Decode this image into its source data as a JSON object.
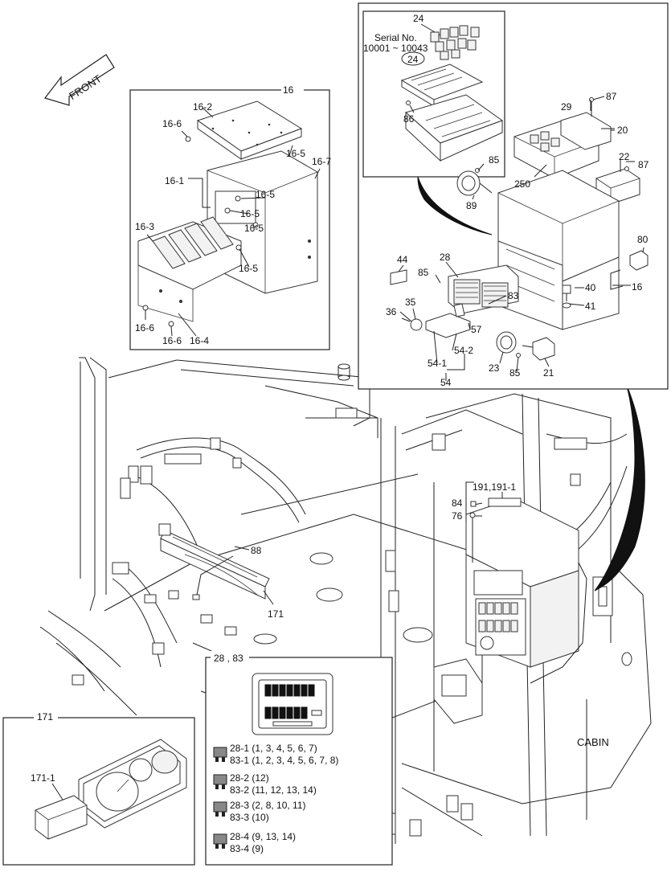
{
  "front_label": "FRONT",
  "cabin_label": "CABIN",
  "detail_16": {
    "title": "16",
    "labels": [
      "16-2",
      "16-6",
      "16-5",
      "16-7",
      "16-1",
      "16-5",
      "16-5",
      "16-5",
      "16-3",
      "16-5",
      "16-6",
      "16-6",
      "16-4"
    ]
  },
  "detail_main": {
    "serial_title": "Serial No.",
    "serial_range": "10001 ~ 10043",
    "serial_part": "24",
    "labels": [
      "24",
      "86",
      "29",
      "87",
      "20",
      "85",
      "22",
      "87",
      "250",
      "89",
      "80",
      "44",
      "28",
      "85",
      "16",
      "40",
      "41",
      "36",
      "35",
      "83",
      "57",
      "54-2",
      "54-1",
      "54",
      "23",
      "85",
      "21"
    ]
  },
  "cabin_labels": [
    "191,191-1",
    "84",
    "76",
    "88",
    "171"
  ],
  "detail_171": {
    "title": "171",
    "label": "171-1"
  },
  "fuse_legend": {
    "title": "28 , 83",
    "entries": [
      {
        "a": "28-1  (1, 3, 4, 5, 6, 7)",
        "b": "83-1  (1, 2, 3, 4, 5, 6, 7, 8)"
      },
      {
        "a": "28-2  (12)",
        "b": "83-2  (11, 12, 13, 14)"
      },
      {
        "a": "28-3  (2, 8, 10, 11)",
        "b": "83-3  (10)"
      },
      {
        "a": "28-4  (9, 13, 14)",
        "b": "83-4  (9)"
      }
    ]
  }
}
